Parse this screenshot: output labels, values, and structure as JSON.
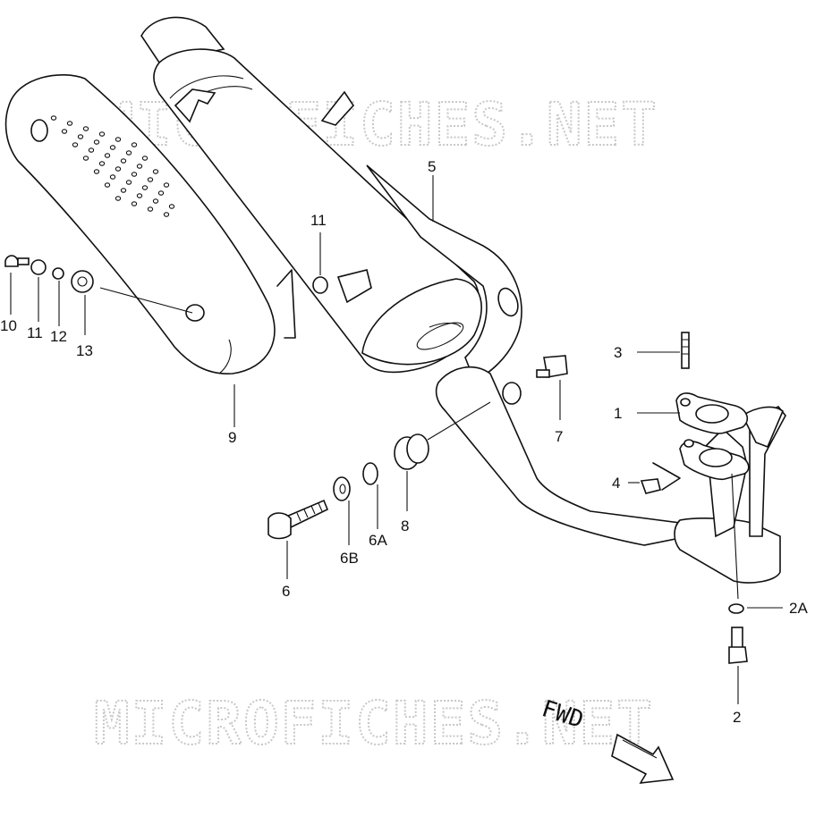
{
  "watermark": "MICROFICHES.NET",
  "direction_label": "FWD",
  "parts": {
    "p1": "1",
    "p2": "2",
    "p2a": "2A",
    "p3": "3",
    "p4": "4",
    "p5": "5",
    "p6": "6",
    "p6a": "6A",
    "p6b": "6B",
    "p7": "7",
    "p8": "8",
    "p9": "9",
    "p10": "10",
    "p11": "11",
    "p11b": "11",
    "p12": "12",
    "p13": "13"
  },
  "colors": {
    "ink": "#111111",
    "watermark": "#c8c8c8",
    "background": "#ffffff"
  }
}
